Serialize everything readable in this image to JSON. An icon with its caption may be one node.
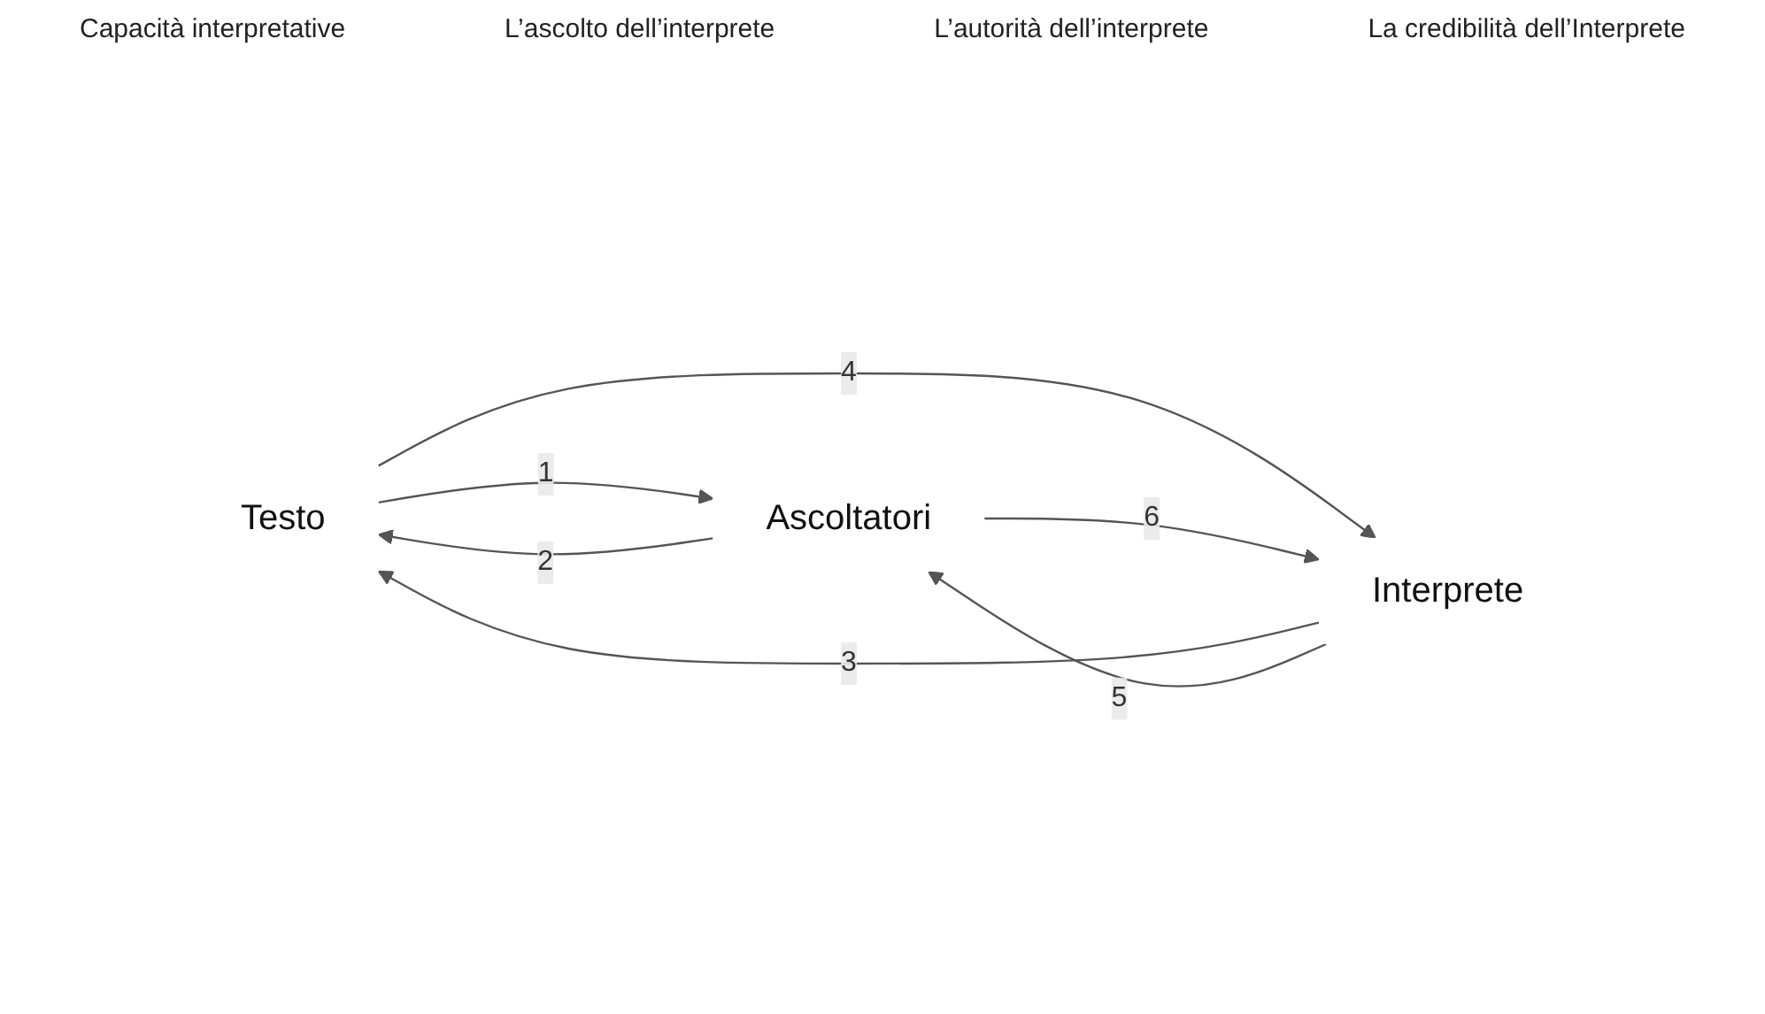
{
  "diagram": {
    "nodes": [
      {
        "text": [
          "Testo"
        ]
      },
      {
        "text": [
          "Interprete"
        ]
      },
      {
        "text": [
          "Ascoltatori"
        ]
      }
    ],
    "edges": [
      {
        "from": 0,
        "to": 2,
        "arrow": "to",
        "label": "1"
      },
      {
        "from": 2,
        "to": 0,
        "arrow": "to",
        "label": "2"
      },
      {
        "from": 1,
        "to": 0,
        "arrow": "to",
        "label": "3"
      },
      {
        "from": 0,
        "to": 1,
        "arrow": "to",
        "label": "4"
      },
      {
        "from": 1,
        "to": 2,
        "arrow": "to",
        "label": "5"
      },
      {
        "from": 2,
        "to": 1,
        "arrow": "to",
        "label": "6"
      }
    ],
    "labels": [
      "Capacità interpretative",
      "L’ascolto dell’interprete",
      "L’autorità dell’interprete",
      "La credibilità dell’Interprete"
    ]
  }
}
